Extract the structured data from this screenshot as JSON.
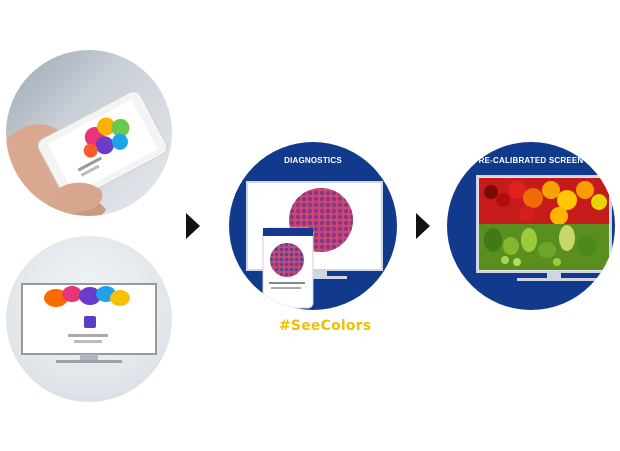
{
  "diagnostics": {
    "title": "DIAGNOSTICS"
  },
  "recalibrated": {
    "title": "RE-CALIBRATED SCREEN"
  },
  "hashtag": "#SeeColors",
  "colors": {
    "samsung_blue": "#123a8c",
    "hashtag_yellow": "#f0c000",
    "arrow": "#111111"
  },
  "icons": [
    "arrow-right-icon",
    "arrow-right-icon"
  ]
}
